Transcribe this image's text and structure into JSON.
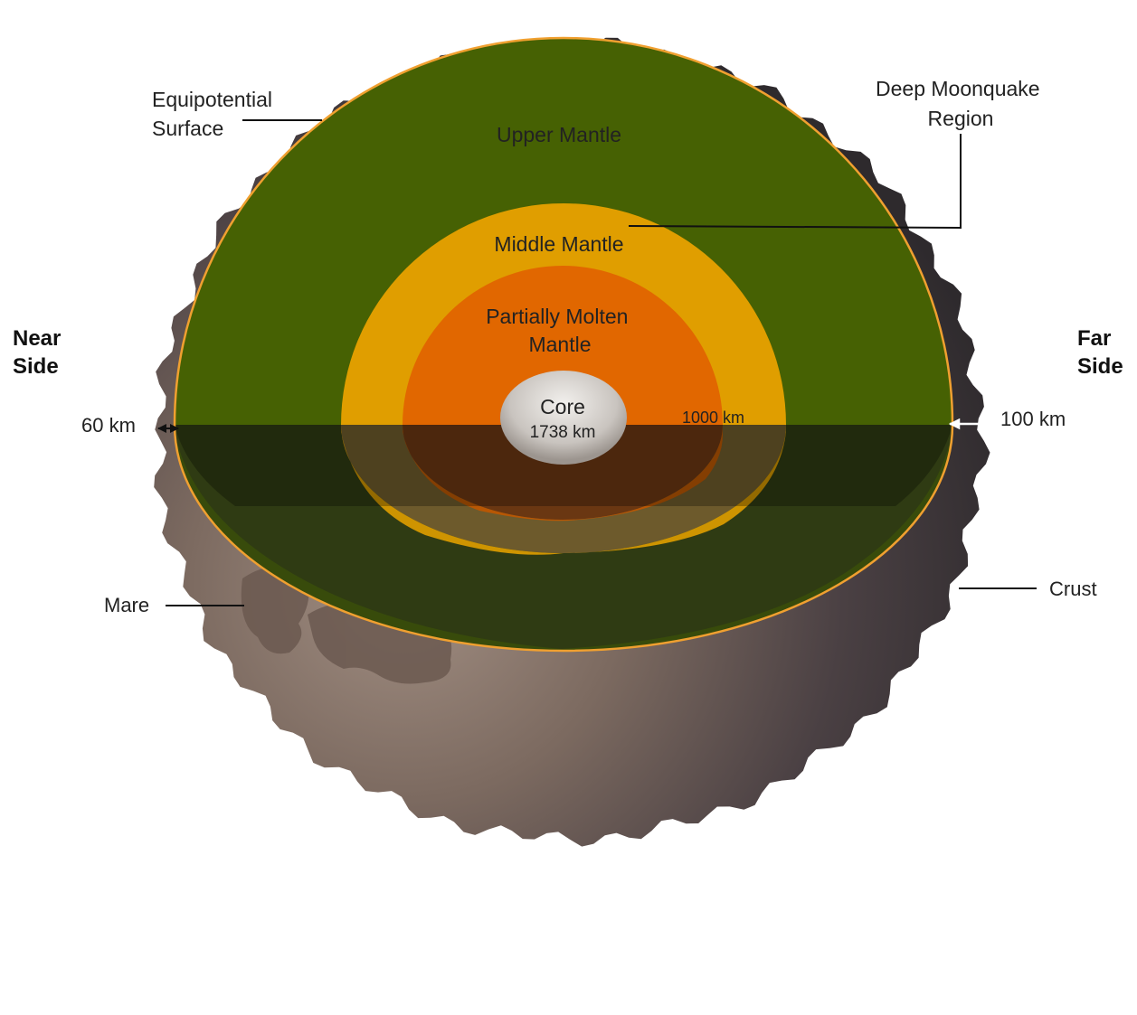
{
  "labels": {
    "near_side": [
      "Near",
      "Side"
    ],
    "far_side": [
      "Far",
      "Side"
    ],
    "equipotential_surface": [
      "Equipotential",
      "Surface"
    ],
    "deep_moonquake_region": [
      "Deep Moonquake",
      "Region"
    ],
    "upper_mantle": "Upper Mantle",
    "middle_mantle": "Middle Mantle",
    "partially_molten_mantle": [
      "Partially Molten",
      "Mantle"
    ],
    "core": "Core",
    "core_radius": "1738 km",
    "middle_depth": "1000 km",
    "near_crust_thickness": "60 km",
    "far_crust_thickness": "100 km",
    "mare": "Mare",
    "crust": "Crust"
  },
  "colors": {
    "upper_mantle": "#466103",
    "middle_mantle": "#E09E00",
    "partially_molten": "#E16700",
    "core": "#B8B3AD",
    "equipotential_line": "#F0A030",
    "crust_light": "#8E7B6F",
    "crust_dark": "#2E2A2D",
    "mare": "#6B5950"
  }
}
